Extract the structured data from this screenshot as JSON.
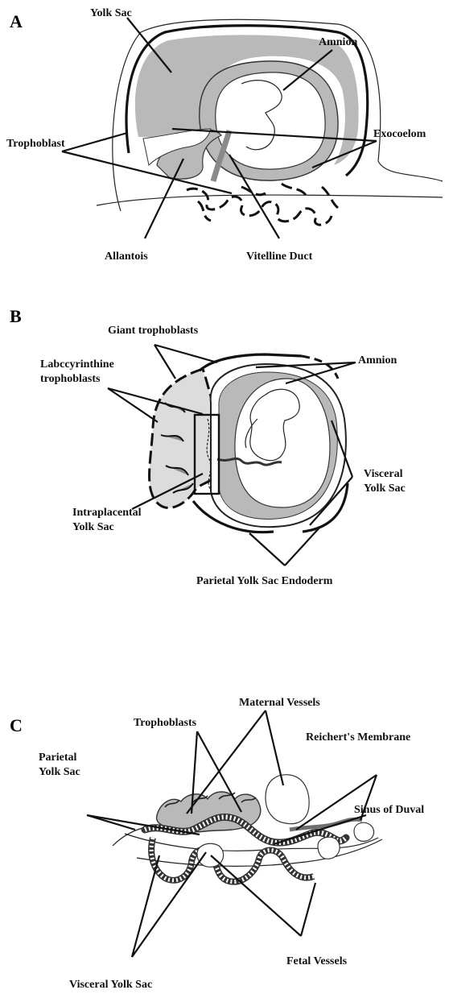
{
  "panels": {
    "a": {
      "letter": "A",
      "labels": {
        "yolk_sac": "Yolk Sac",
        "amnion": "Amnion",
        "trophoblast": "Trophoblast",
        "exocoelom": "Exocoelom",
        "allantois": "Allantois",
        "vitelline_duct": "Vitelline Duct"
      }
    },
    "b": {
      "letter": "B",
      "labels": {
        "giant_trophoblasts": "Giant trophoblasts",
        "labyrinthine_line1": "Labccyrinthine",
        "labyrinthine_line2": "trophoblasts",
        "amnion": "Amnion",
        "visceral_line1": "Visceral",
        "visceral_line2": "Yolk Sac",
        "intraplacental_line1": "Intraplacental",
        "intraplacental_line2": "Yolk Sac",
        "parietal_endoderm": "Parietal Yolk Sac Endoderm"
      }
    },
    "c": {
      "letter": "C",
      "labels": {
        "maternal_vessels": "Maternal Vessels",
        "trophoblasts": "Trophoblasts",
        "reicherts_membrane": "Reichert's Membrane",
        "parietal_line1": "Parietal",
        "parietal_line2": "Yolk Sac",
        "sinus_of_duval": "Sinus of Duval",
        "visceral_yolk_sac": "Visceral Yolk Sac",
        "fetal_vessels": "Fetal Vessels"
      }
    }
  },
  "colors": {
    "fill_gray": "#b9b9b9",
    "dark_gray": "#8a8a8a",
    "ink": "#111111"
  }
}
